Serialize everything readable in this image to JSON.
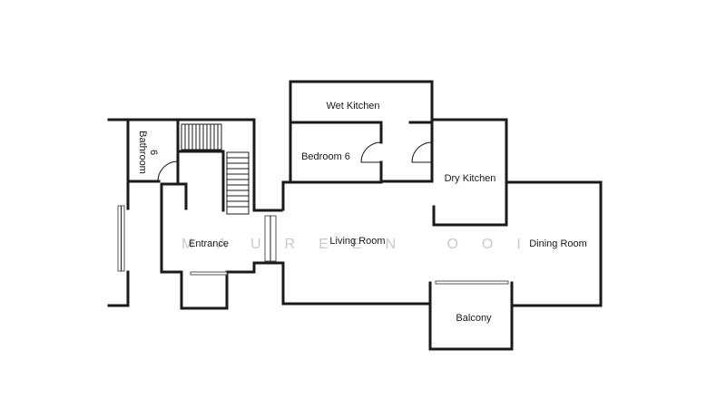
{
  "rooms": {
    "wet_kitchen": "Wet Kitchen",
    "bedroom_6": "Bedroom 6",
    "bathroom_6_line1": "Bathroom",
    "bathroom_6_line2": "6",
    "dry_kitchen": "Dry Kitchen",
    "entrance": "Entrance",
    "living_room": "Living Room",
    "dining_room": "Dining Room",
    "balcony": "Balcony"
  },
  "watermark": "MAUREEN OOI",
  "colors": {
    "wall": "#1a1a1a",
    "watermark": "#c9c9c9",
    "background": "#ffffff"
  }
}
